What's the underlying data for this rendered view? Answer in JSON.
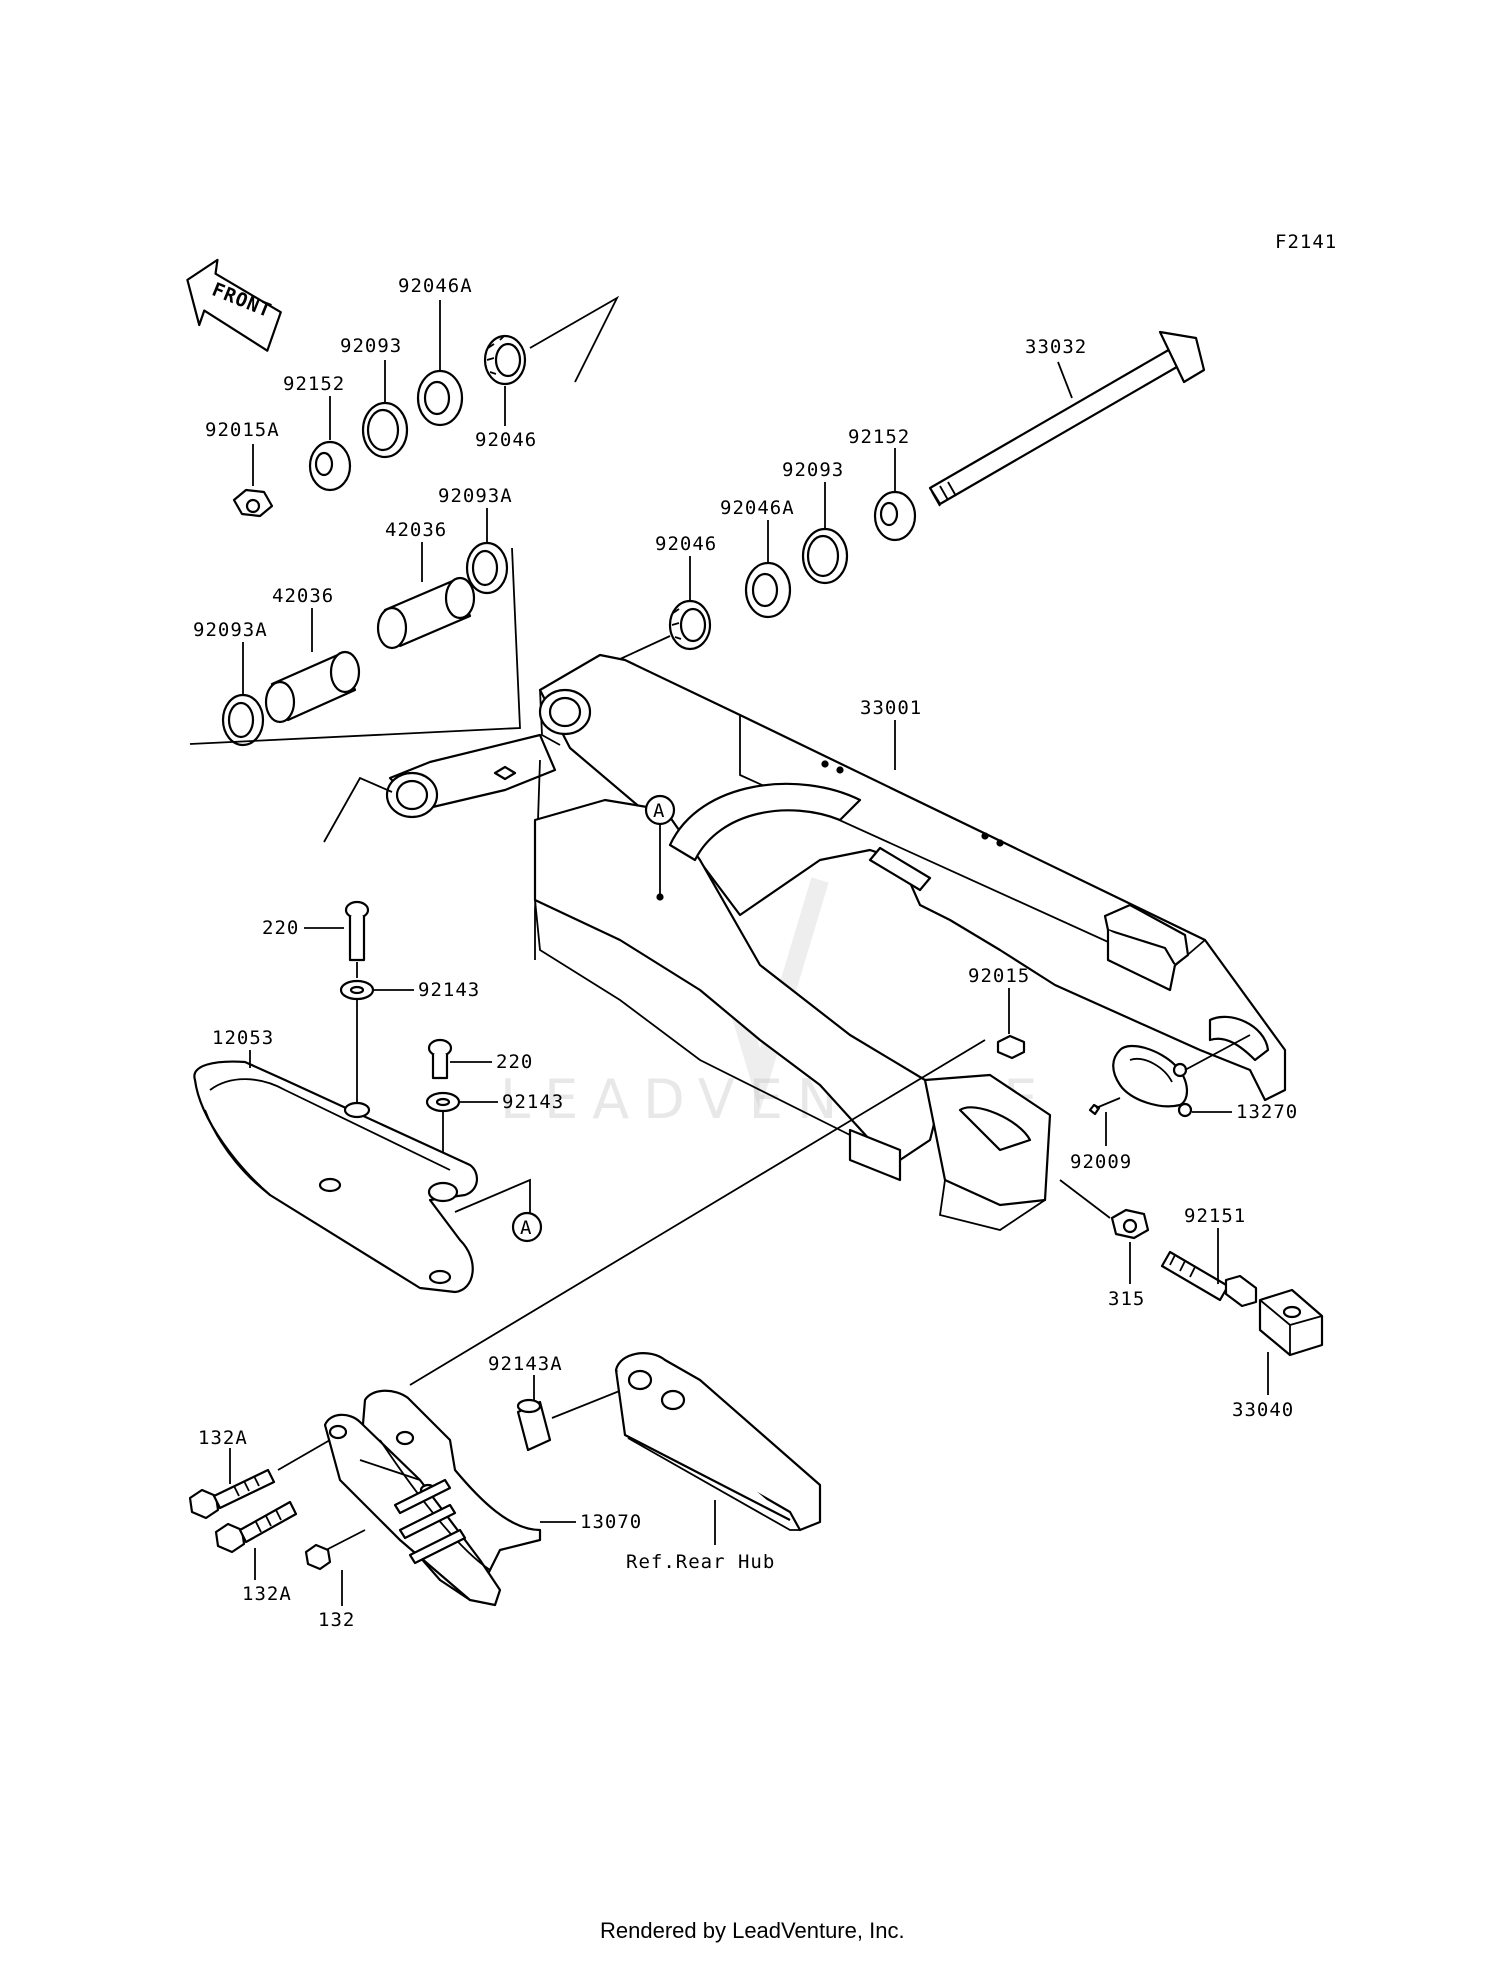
{
  "figure_code": "F2141",
  "direction_label": "FRONT",
  "watermark": "LEADVENTURE",
  "footer": "Rendered by LeadVenture, Inc.",
  "reference_marker": "A",
  "callouts": {
    "c33032": "33032",
    "c92046A_a": "92046A",
    "c92093_a": "92093",
    "c92152_a": "92152",
    "c92015A": "92015A",
    "c92046_a": "92046",
    "c92093A_a": "92093A",
    "c42036_a": "42036",
    "c42036_b": "42036",
    "c92093A_b": "92093A",
    "c92152_b": "92152",
    "c92093_b": "92093",
    "c92046A_b": "92046A",
    "c92046_b": "92046",
    "c33001": "33001",
    "c220_a": "220",
    "c92143_a": "92143",
    "c12053": "12053",
    "c220_b": "220",
    "c92143_b": "92143",
    "c92015": "92015",
    "c13270": "13270",
    "c92009": "92009",
    "c92151": "92151",
    "c315": "315",
    "c33040": "33040",
    "c92143A": "92143A",
    "c132A_a": "132A",
    "c132A_b": "132A",
    "c132": "132",
    "c13070": "13070",
    "ref_rear_hub": "Ref.Rear Hub"
  }
}
